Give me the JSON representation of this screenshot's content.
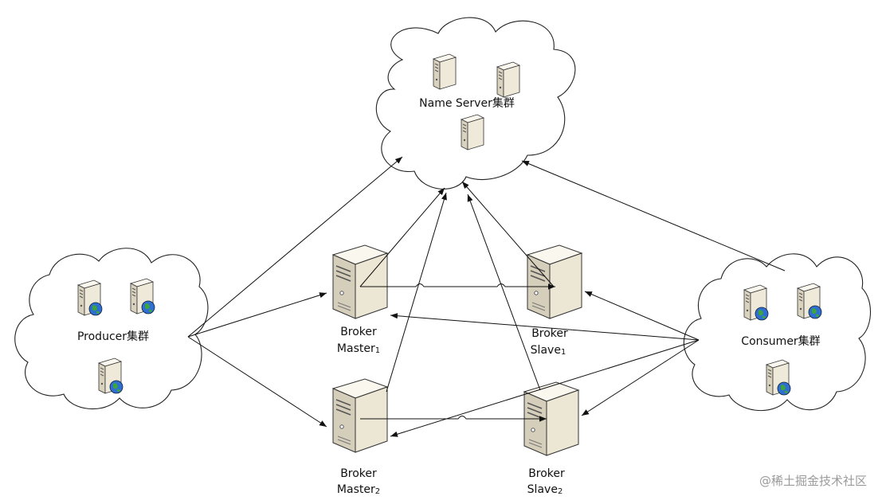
{
  "clusters": {
    "nameserver": {
      "label": "Name Server集群"
    },
    "producer": {
      "label": "Producer集群"
    },
    "consumer": {
      "label": "Consumer集群"
    }
  },
  "brokers": {
    "master1": {
      "line1": "Broker",
      "line2": "Master",
      "sub": "1"
    },
    "slave1": {
      "line1": "Broker",
      "line2": "Slave",
      "sub": "1"
    },
    "master2": {
      "line1": "Broker",
      "line2": "Master",
      "sub": "2"
    },
    "slave2": {
      "line1": "Broker",
      "line2": "Slave",
      "sub": "2"
    }
  },
  "icons": {
    "server": "server-icon",
    "web_server": "globe-server-icon",
    "big_server": "tower-server-icon"
  },
  "colors": {
    "line": "#111111",
    "server_light": "#f4f0e6",
    "server_dark": "#cfc8b6",
    "globe_blue": "#2f6fd1",
    "globe_green": "#3ca63c"
  },
  "watermark": "@稀土掘金技术社区"
}
